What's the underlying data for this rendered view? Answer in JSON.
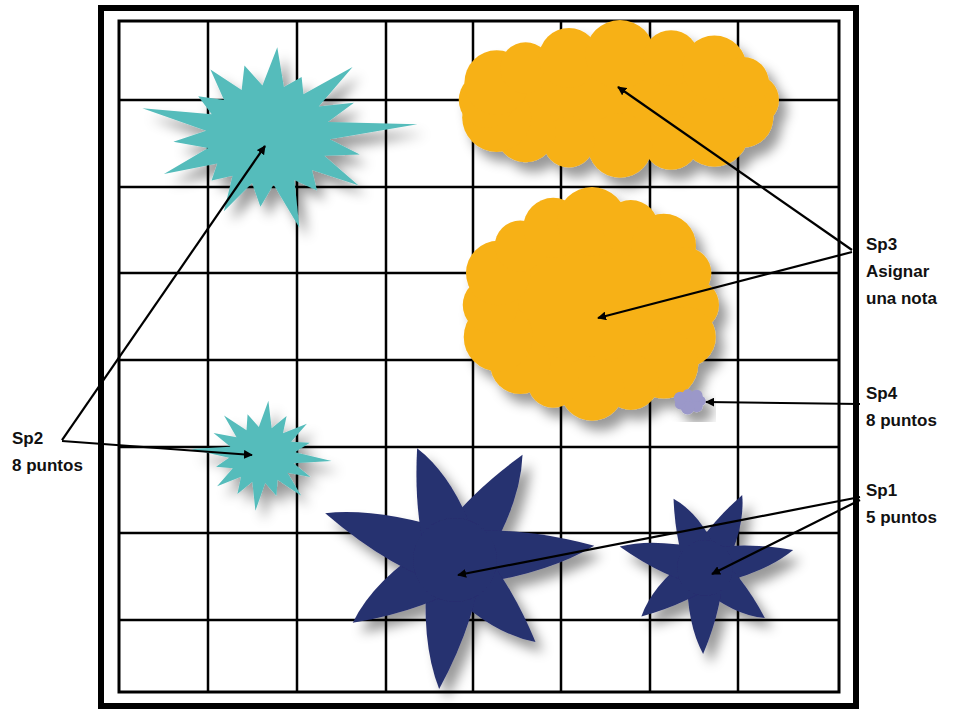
{
  "diagram": {
    "labels": [
      "Sp3",
      "Asignar una nota",
      "Sp4",
      "8 puntos",
      "Sp2",
      "8 puntos",
      "Sp1",
      "5 puntos"
    ]
  }
}
